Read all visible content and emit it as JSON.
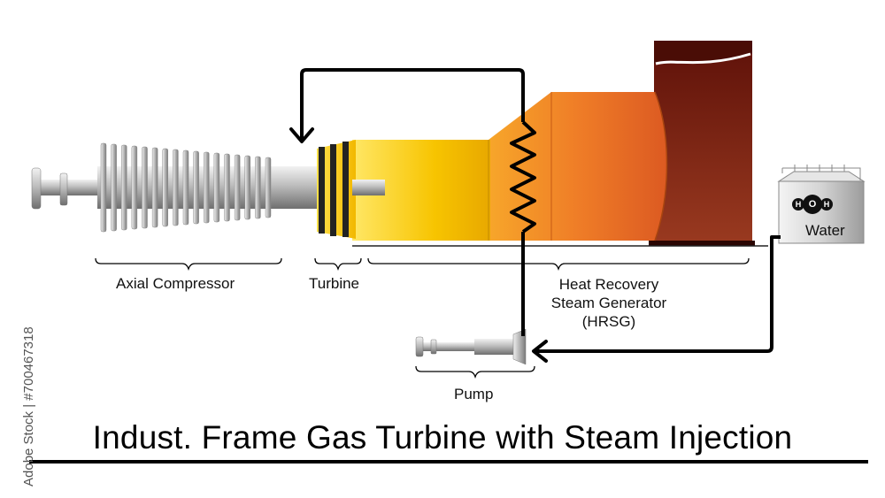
{
  "title": "Indust. Frame Gas Turbine with Steam Injection",
  "labels": {
    "axial_compressor": "Axial Compressor",
    "turbine": "Turbine",
    "hrsg_line1": "Heat Recovery",
    "hrsg_line2": "Steam Generator",
    "hrsg_line3": "(HRSG)",
    "pump": "Pump",
    "water": "Water"
  },
  "tank_molecule": {
    "atom1": "H",
    "atom2": "O",
    "atom3": "H"
  },
  "side_text": "Adobe Stock | #700467318",
  "colors": {
    "duct_yellow": "#f6c200",
    "hrsg_orange": "#ee7a26",
    "stack_dark": "#7a1a10",
    "pipe": "#000000",
    "shaft_grey": "#c8c8c8"
  }
}
